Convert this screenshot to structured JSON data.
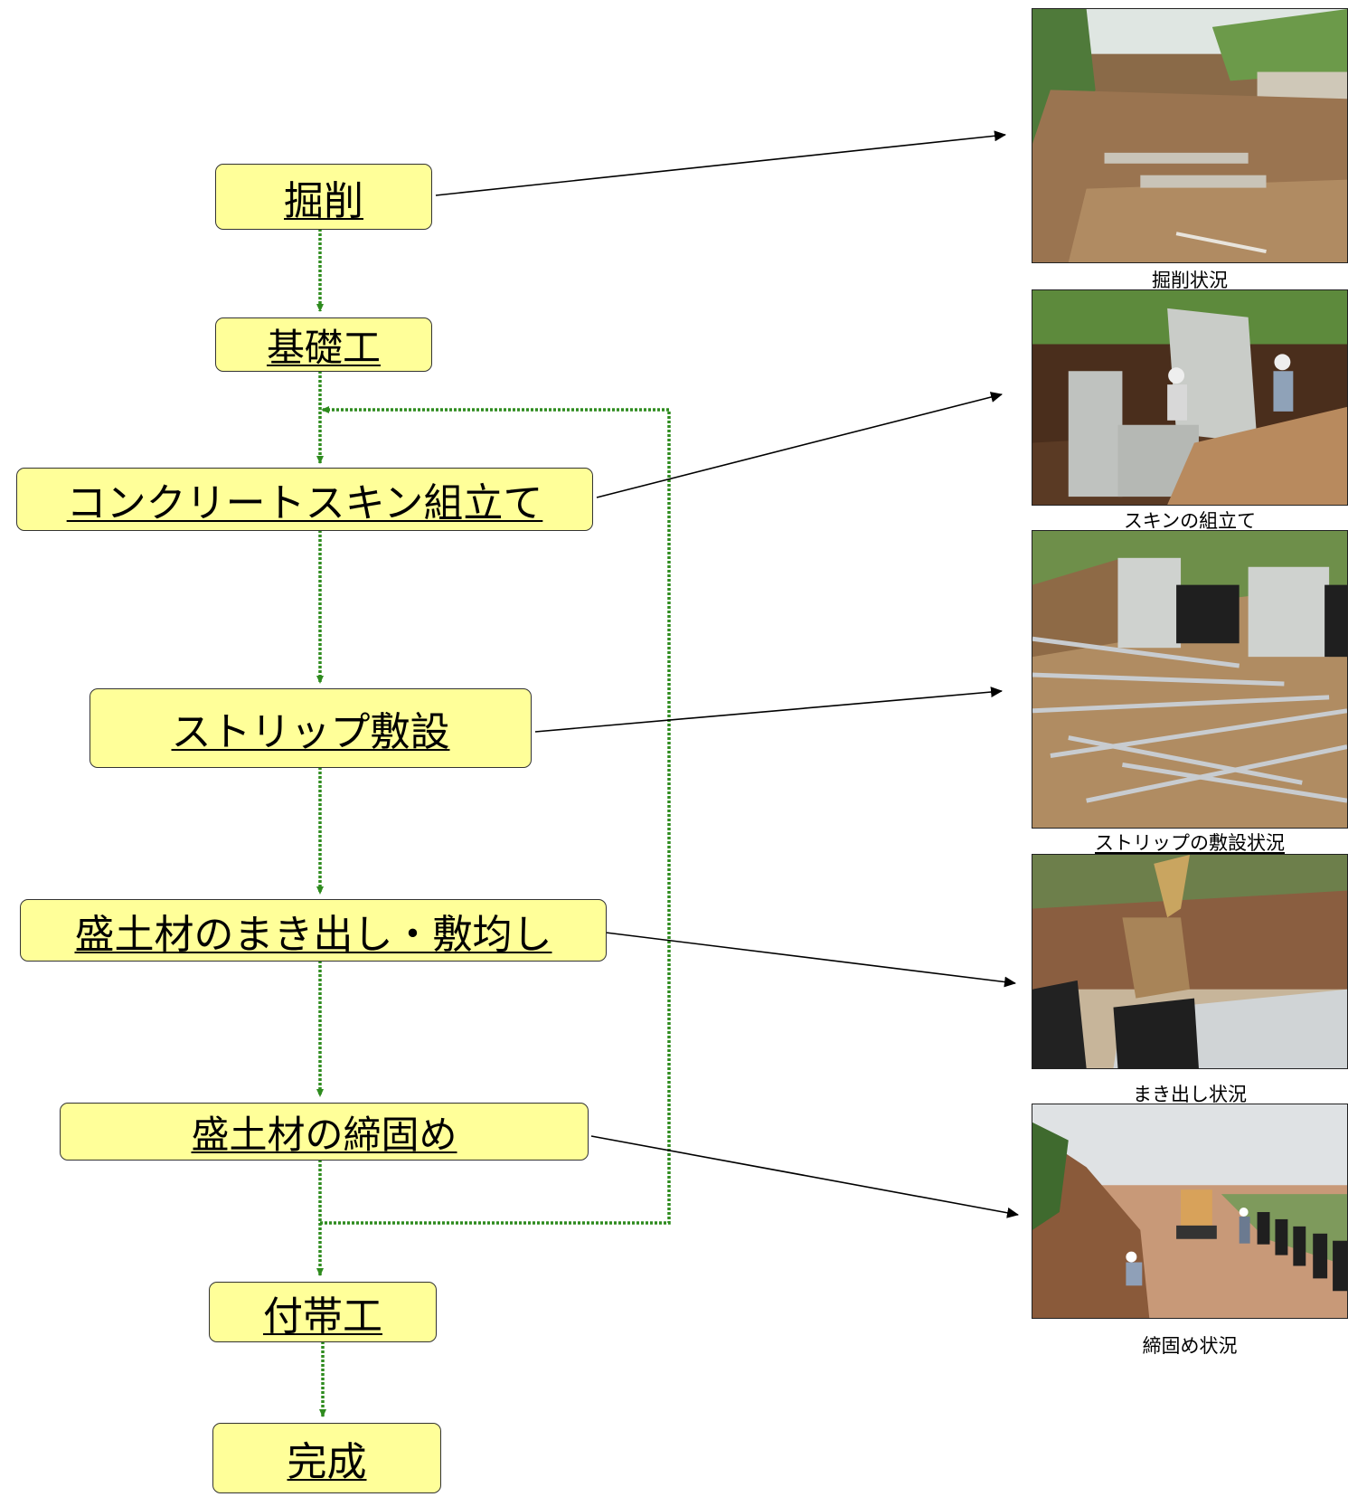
{
  "steps": {
    "excavation": "掘削",
    "foundation": "基礎工",
    "skin_assembly": "コンクリートスキン組立て",
    "strip_laying": "ストリップ敷設",
    "fill_spreading": "盛土材のまき出し・敷均し",
    "fill_compaction": "盛土材の締固め",
    "appurtenant_work": "付帯工",
    "completion": "完成"
  },
  "photos": {
    "excavation": {
      "caption": "掘削状況"
    },
    "skin_assembly": {
      "caption": "スキンの組立て"
    },
    "strip_laying": {
      "caption": "ストリップの敷設状況"
    },
    "fill_spreading": {
      "caption": "まき出し状況"
    },
    "fill_compaction": {
      "caption": "締固め状況"
    }
  },
  "colors": {
    "step_fill": "#ffff99",
    "flow_arrow": "#2e8b1e",
    "pointer_arrow": "#000000"
  }
}
